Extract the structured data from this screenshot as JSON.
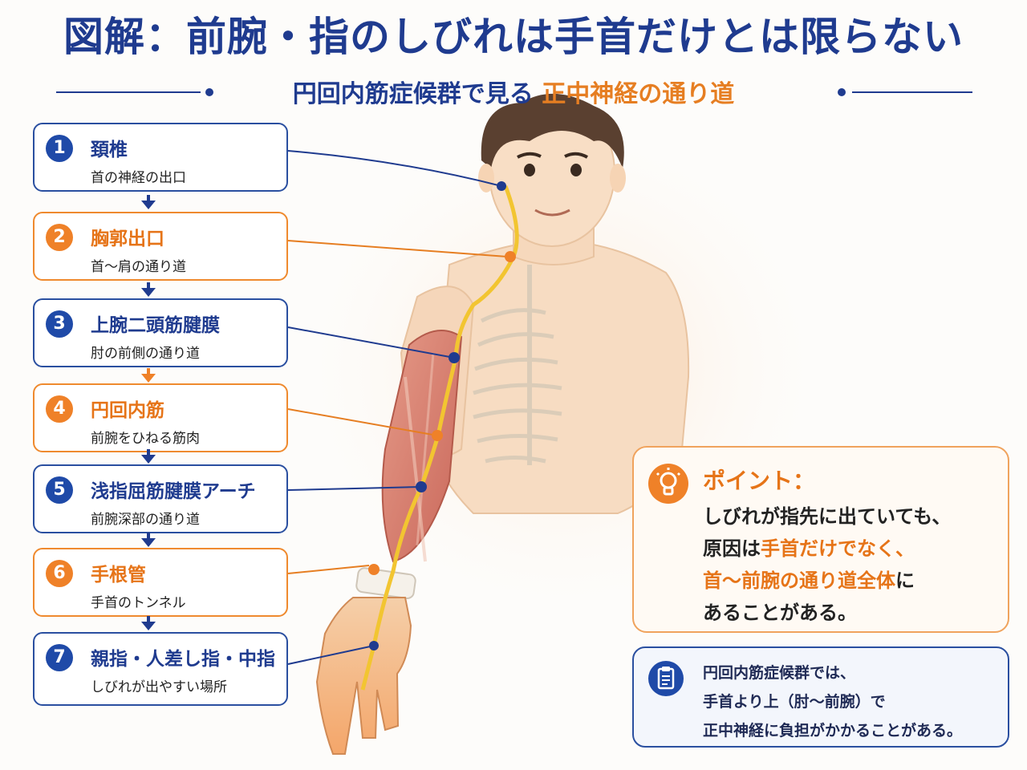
{
  "title": "図解：前腕・指のしびれは手首だけとは限らない",
  "subtitle": {
    "prefix": "円回内筋症候群で見る",
    "highlight": "正中神経の通り道"
  },
  "steps": [
    {
      "num": "1",
      "label": "頚椎",
      "desc": "首の神経の出口",
      "color": "navy"
    },
    {
      "num": "2",
      "label": "胸郭出口",
      "desc": "首～肩の通り道",
      "color": "orange"
    },
    {
      "num": "3",
      "label": "上腕二頭筋腱膜",
      "desc": "肘の前側の通り道",
      "color": "navy"
    },
    {
      "num": "4",
      "label": "円回内筋",
      "desc": "前腕をひねる筋肉",
      "color": "orange"
    },
    {
      "num": "5",
      "label": "浅指屈筋腱膜アーチ",
      "desc": "前腕深部の通り道",
      "color": "navy"
    },
    {
      "num": "6",
      "label": "手根管",
      "desc": "手首のトンネル",
      "color": "orange"
    },
    {
      "num": "7",
      "label": "親指・人差し指・中指",
      "desc": "しびれが出やすい場所",
      "color": "navy"
    }
  ],
  "point": {
    "title": "ポイント：",
    "line1": "しびれが指先に出ていても、",
    "line2_pre": "原因は",
    "line2_hl": "手首だけでなく、",
    "line3_hl": "首～前腕の通り道全体",
    "line3_post": "に",
    "line4": "あることがある。",
    "icon": "lightbulb-icon"
  },
  "note": {
    "line1": "円回内筋症候群では、",
    "line2": "手首より上（肘～前腕）で",
    "line3": "正中神経に負担がかかることがある。",
    "icon": "clipboard-icon"
  },
  "colors": {
    "navy": "#1f3b8f",
    "orange": "#e67e22",
    "nerve": "#f2c531",
    "skin": "#f6dcc0",
    "muscle": "#d98070"
  }
}
